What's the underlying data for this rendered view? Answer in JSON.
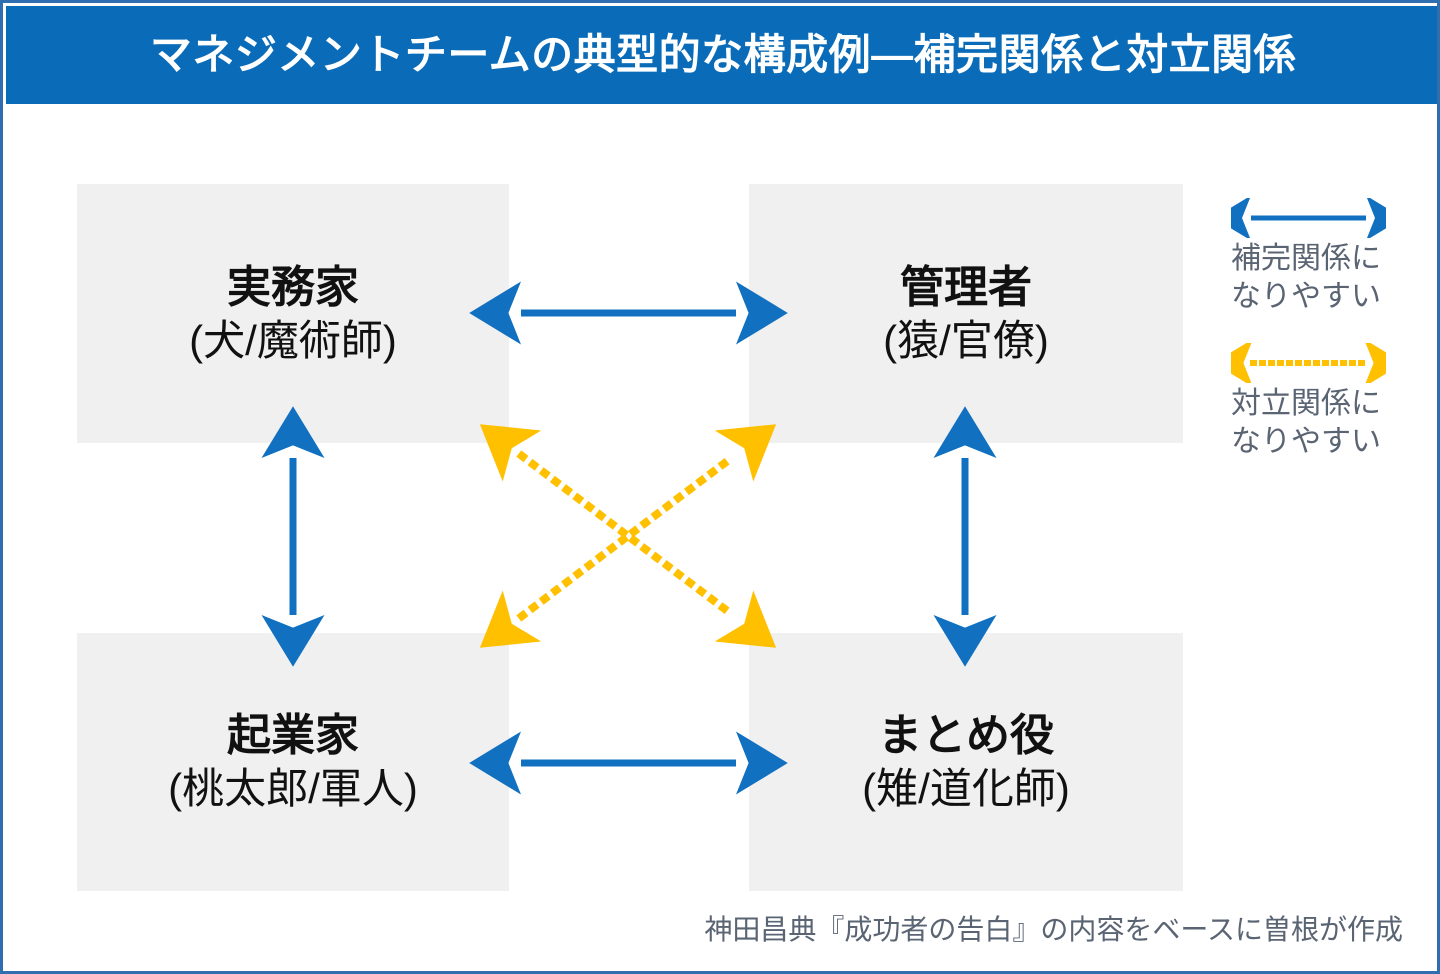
{
  "header": {
    "title": "マネジメントチームの典型的な構成例―補完関係と対立関係",
    "background_color": "#0a6cb8",
    "text_color": "#ffffff"
  },
  "colors": {
    "complementary_arrow": "#1170bf",
    "conflict_arrow": "#ffc000",
    "box_fill": "#f0f0f0",
    "slide_border": "#2f6fb0",
    "caption_text": "#5a6473"
  },
  "diagram": {
    "boxes": [
      {
        "id": "practitioner",
        "title": "実務家",
        "subtitle": "(犬/魔術師)",
        "position": "top-left"
      },
      {
        "id": "manager",
        "title": "管理者",
        "subtitle": "(猿/官僚)",
        "position": "top-right"
      },
      {
        "id": "entrepreneur",
        "title": "起業家",
        "subtitle": "(桃太郎/軍人)",
        "position": "bottom-left"
      },
      {
        "id": "integrator",
        "title": "まとめ役",
        "subtitle": "(雉/道化師)",
        "position": "bottom-right"
      }
    ],
    "connections": [
      {
        "from": "practitioner",
        "to": "manager",
        "style": "solid",
        "color": "#1170bf",
        "meaning": "補完関係になりやすい",
        "orientation": "horizontal-top"
      },
      {
        "from": "entrepreneur",
        "to": "integrator",
        "style": "solid",
        "color": "#1170bf",
        "meaning": "補完関係になりやすい",
        "orientation": "horizontal-bottom"
      },
      {
        "from": "practitioner",
        "to": "entrepreneur",
        "style": "solid",
        "color": "#1170bf",
        "meaning": "補完関係になりやすい",
        "orientation": "vertical-left"
      },
      {
        "from": "manager",
        "to": "integrator",
        "style": "solid",
        "color": "#1170bf",
        "meaning": "補完関係になりやすい",
        "orientation": "vertical-right"
      },
      {
        "from": "practitioner",
        "to": "integrator",
        "style": "dotted",
        "color": "#ffc000",
        "meaning": "対立関係になりやすい",
        "orientation": "diagonal-down-right"
      },
      {
        "from": "entrepreneur",
        "to": "manager",
        "style": "dotted",
        "color": "#ffc000",
        "meaning": "対立関係になりやすい",
        "orientation": "diagonal-up-right"
      }
    ]
  },
  "legend": {
    "items": [
      {
        "id": "complementary",
        "style": "solid",
        "color": "#1170bf",
        "label": "補完関係に\nなりやすい"
      },
      {
        "id": "conflict",
        "style": "dotted",
        "color": "#ffc000",
        "label": "対立関係に\nなりやすい"
      }
    ]
  },
  "footer": {
    "caption": "神田昌典『成功者の告白』の内容をベースに曽根が作成"
  }
}
